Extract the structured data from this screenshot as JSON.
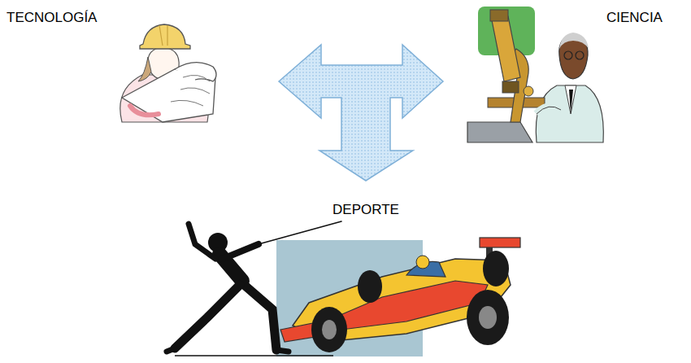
{
  "diagram": {
    "labels": [
      "TECNOLOGÍA",
      "CIENCIA",
      "DEPORTE"
    ]
  }
}
